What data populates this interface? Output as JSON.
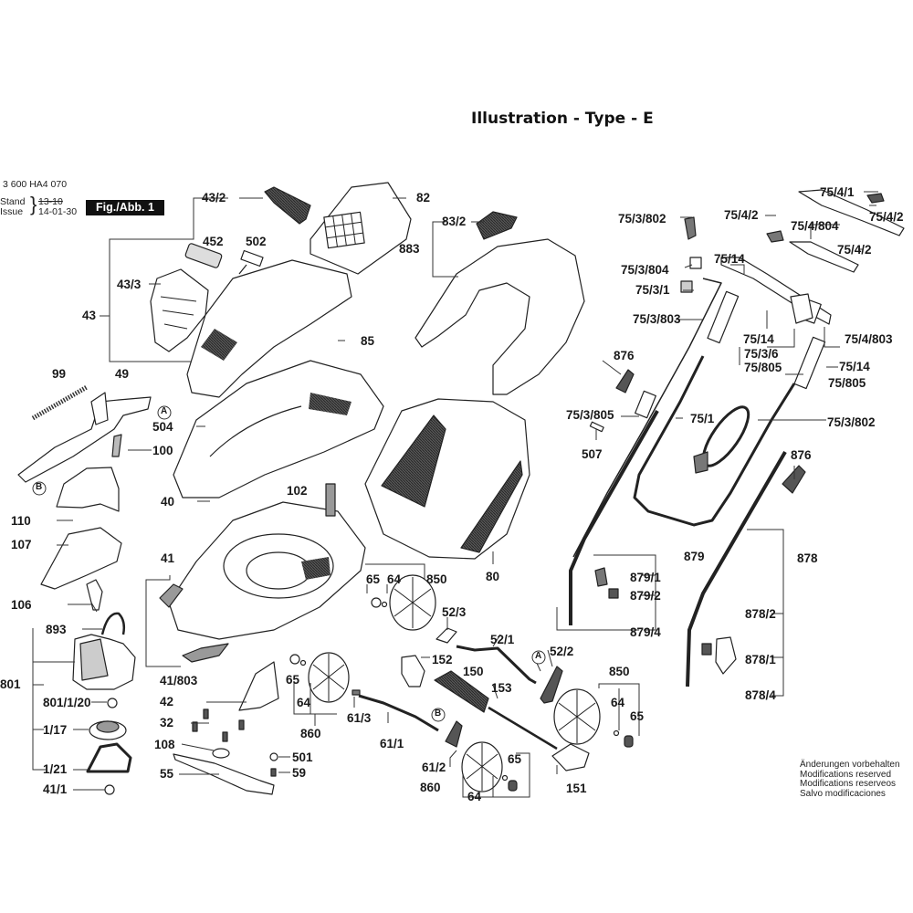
{
  "header": {
    "title": "Illustration - Type - E",
    "document_number": "3 600 HA4 070",
    "stand_label": "Stand",
    "issue_label": "Issue",
    "stand_value_old": "13-10",
    "issue_value": "14-01-30",
    "figure_badge": "Fig./Abb. 1"
  },
  "notes": [
    "Änderungen vorbehalten",
    "Modifications reserved",
    "Modifications reserveos",
    "Salvo modificaciones"
  ],
  "callouts": {
    "c43_2": "43/2",
    "c82": "82",
    "c452": "452",
    "c502": "502",
    "c83_2": "83/2",
    "c883": "883",
    "c43_3": "43/3",
    "c43": "43",
    "c85": "85",
    "c99": "99",
    "c49": "49",
    "c504": "504",
    "c100": "100",
    "c40": "40",
    "c102": "102",
    "c110": "110",
    "c107": "107",
    "c41": "41",
    "c106": "106",
    "c893": "893",
    "c41_803": "41/803",
    "c801": "801",
    "c801_1_20": "801/1/20",
    "c1_17": "1/17",
    "c1_21": "1/21",
    "c41_1": "41/1",
    "c42": "42",
    "c32": "32",
    "c108": "108",
    "c55": "55",
    "c501": "501",
    "c59": "59",
    "c65a": "65",
    "c64a": "64",
    "c850a": "850",
    "c80": "80",
    "c52_3": "52/3",
    "c52_1": "52/1",
    "c52_2": "52/2",
    "c152": "152",
    "c150": "150",
    "c153": "153",
    "c65b": "65",
    "c64b": "64",
    "c860a": "860",
    "c61_3": "61/3",
    "c61_1": "61/1",
    "c61_2": "61/2",
    "c65c": "65",
    "c860b": "860",
    "c64c": "64",
    "c151": "151",
    "c850b": "850",
    "c64d": "64",
    "c65d": "65",
    "c75_3_802a": "75/3/802",
    "c75_4_1": "75/4/1",
    "c75_4_2a": "75/4/2",
    "c75_4_2b": "75/4/2",
    "c75_4_804": "75/4/804",
    "c75_4_2c": "75/4/2",
    "c75_3_804": "75/3/804",
    "c75_14a": "75/14",
    "c75_3_1": "75/3/1",
    "c75_3_803": "75/3/803",
    "c75_14b": "75/14",
    "c75_3_6": "75/3/6",
    "c75_4_803": "75/4/803",
    "c75_805a": "75/805",
    "c75_14c": "75/14",
    "c75_805b": "75/805",
    "c876a": "876",
    "c75_3_805": "75/3/805",
    "c75_1": "75/1",
    "c75_3_802b": "75/3/802",
    "c507": "507",
    "c876b": "876",
    "c879": "879",
    "c878": "878",
    "c879_1": "879/1",
    "c879_2": "879/2",
    "c879_4": "879/4",
    "c878_2": "878/2",
    "c878_1": "878/1",
    "c878_4": "878/4"
  },
  "markers": {
    "a": "A",
    "b": "B"
  }
}
